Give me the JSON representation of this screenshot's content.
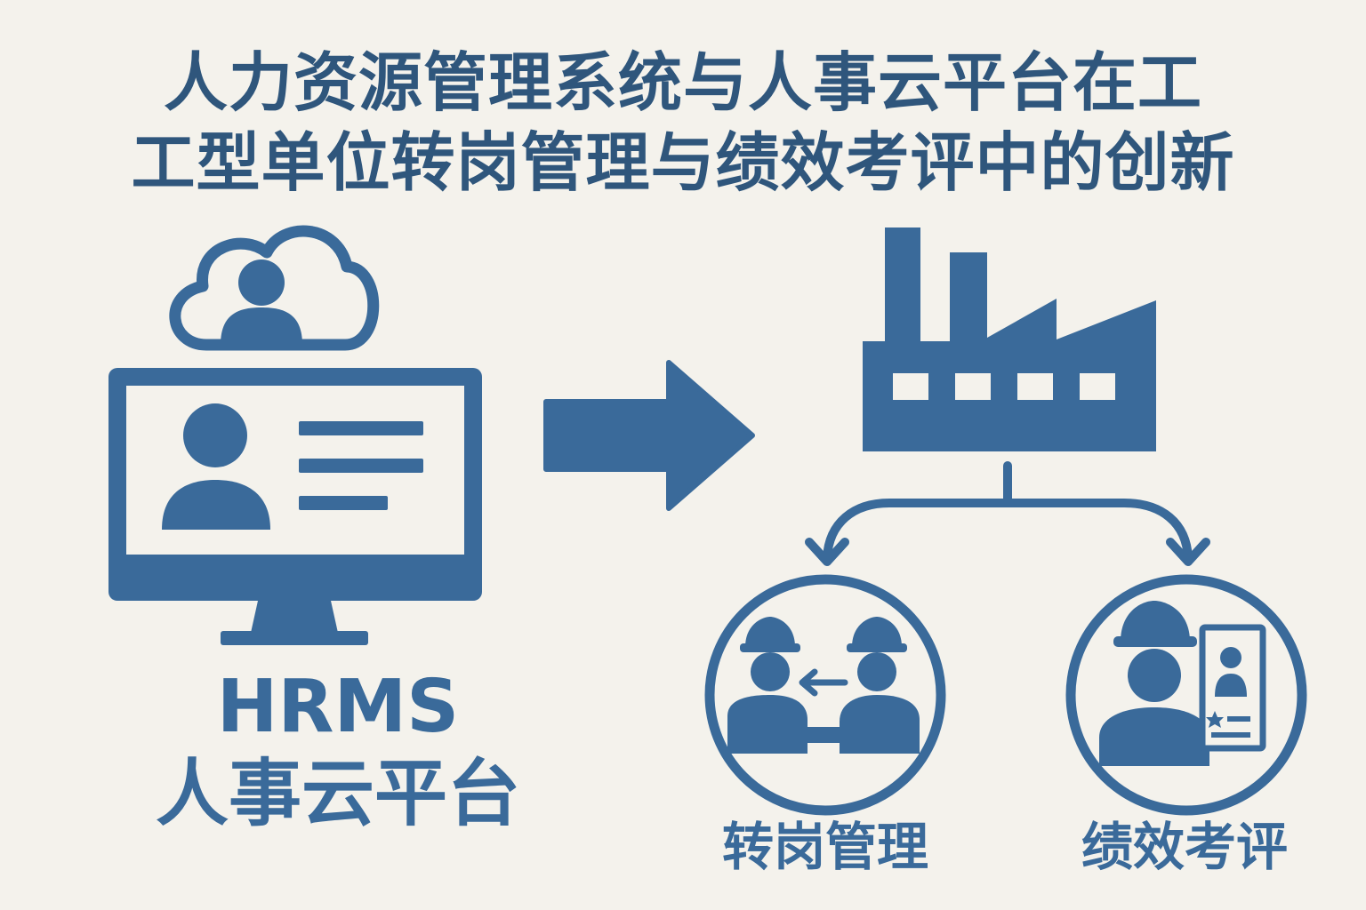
{
  "title": {
    "line1": "人力资源管理系统与人事云平台在工",
    "line2": "工型单位转岗管理与绩效考评中的创新"
  },
  "hrms": {
    "name": "HRMS",
    "platform": "人事云平台"
  },
  "branches": {
    "transfer": "转岗管理",
    "performance": "绩效考评"
  },
  "colors": {
    "primary": "#3a6a9a",
    "title": "#2f567c",
    "background": "#f4f2ec"
  },
  "icons": [
    "cloud-user-icon",
    "monitor-profile-icon",
    "arrow-right-icon",
    "factory-icon",
    "branch-arrows-icon",
    "worker-transfer-icon",
    "worker-evaluation-icon"
  ]
}
